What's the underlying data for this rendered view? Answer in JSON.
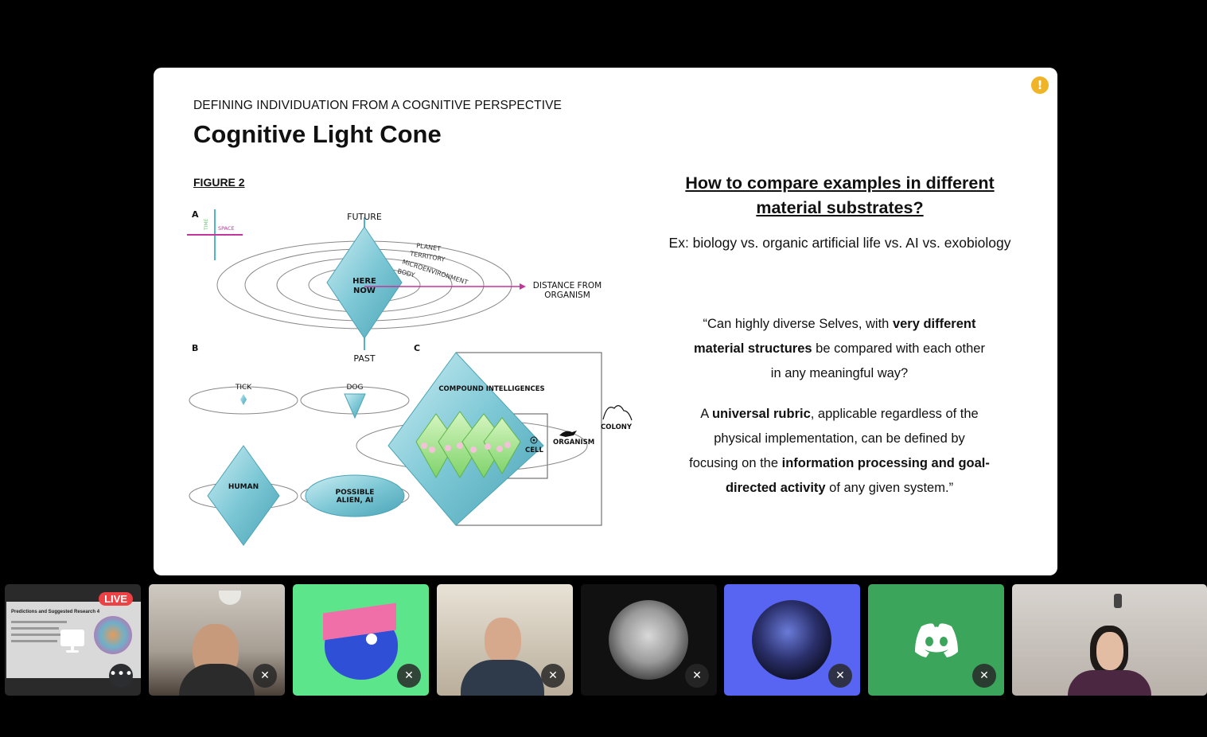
{
  "slide": {
    "kicker": "DEFINING INDIVIDUATION FROM A COGNITIVE PERSPECTIVE",
    "title": "Cognitive Light Cone",
    "figure_label": "FIGURE 2",
    "figure": {
      "panel_a": "A",
      "panel_b": "B",
      "panel_c": "C",
      "time": "TIME",
      "space": "SPACE",
      "future": "FUTURE",
      "past": "PAST",
      "here": "HERE",
      "now": "NOW",
      "planet": "PLANET",
      "territory": "TERRITORY",
      "microenvironment": "MICROENVIRONMENT",
      "body": "BODY",
      "distance_1": "DISTANCE FROM",
      "distance_2": "ORGANISM",
      "tick": "TICK",
      "dog": "DOG",
      "human": "HUMAN",
      "alien_1": "POSSIBLE",
      "alien_2": "ALIEN, AI",
      "compound": "COMPOUND INTELLIGENCES",
      "cell": "CELL",
      "organism": "ORGANISM",
      "colony": "COLONY"
    },
    "heading_line1": "How to compare examples in different",
    "heading_line2": "material substrates?",
    "example": "Ex: biology vs. organic artificial life vs. AI vs. exobiology",
    "quote1_a": "“Can highly diverse Selves, with ",
    "quote1_b": "very different material structures",
    "quote1_c": " be  compared with each other in any meaningful way?",
    "quote2_a": "A ",
    "quote2_b": "universal rubric",
    "quote2_c": ", applicable regardless of the physical implementation, can be defined by focusing on the ",
    "quote2_d": "information processing and goal-directed activity",
    "quote2_e": " of any given system.”"
  },
  "tiles": {
    "stream": {
      "live_label": "LIVE",
      "preview_title": "Predictions and Suggested Research 4"
    }
  },
  "colors": {
    "cone": "#7ec8d6",
    "discord": "#5865f2",
    "live": "#ed4245"
  }
}
